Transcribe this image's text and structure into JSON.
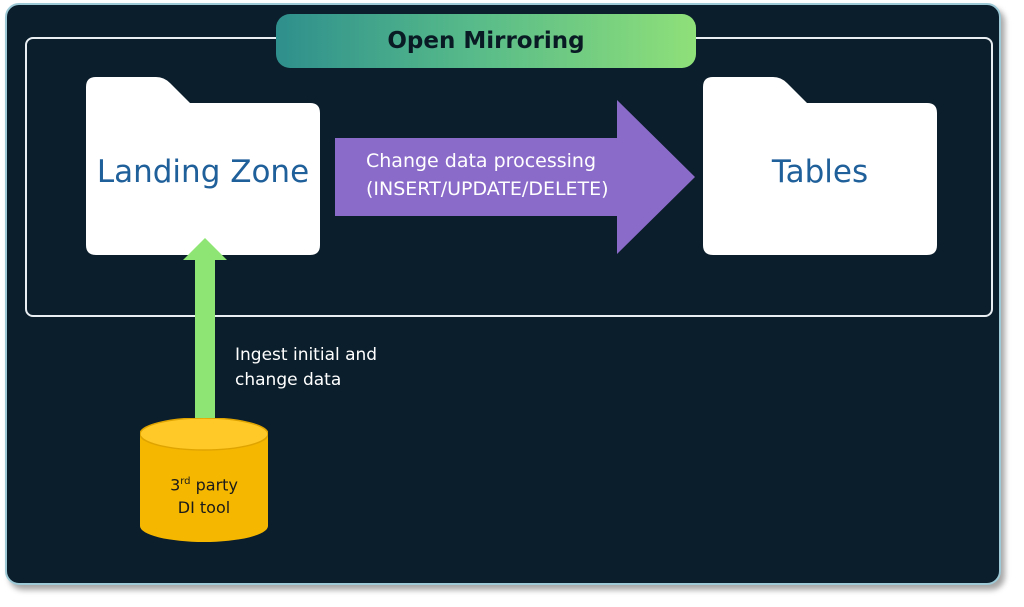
{
  "diagram": {
    "title": "Open Mirroring",
    "landing_zone": "Landing Zone",
    "tables": "Tables",
    "process_arrow": {
      "line1": "Change data processing",
      "line2": "(INSERT/UPDATE/DELETE)"
    },
    "ingest_arrow": {
      "line1": "Ingest initial and",
      "line2": "change data"
    },
    "source": {
      "number": "3",
      "superscript": "rd",
      "line1_rest": " party",
      "line2": "DI tool"
    }
  },
  "colors": {
    "background": "#0b1e2c",
    "title_gradient_start": "#2e8f8c",
    "title_gradient_end": "#8fe079",
    "folder": "#ffffff",
    "folder_text": "#1f5f9a",
    "process_arrow": "#8b6bc9",
    "ingest_arrow": "#8fe573",
    "database": "#f5b700"
  }
}
